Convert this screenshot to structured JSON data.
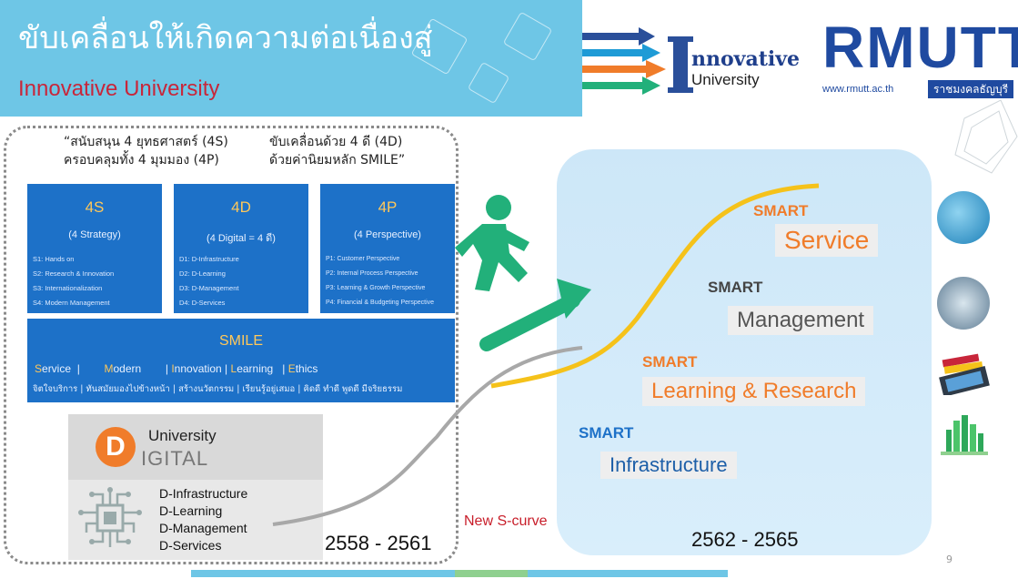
{
  "header": {
    "title_thai": "ขับเคลื่อนให้เกิดความต่อเนื่องสู่",
    "title_en": "Innovative University"
  },
  "logo": {
    "innovative": "nnovative",
    "university": "University",
    "rmutt": "RMUTT",
    "url": "www.rmutt.ac.th",
    "tag": "ราชมงคลธัญบุรี"
  },
  "left": {
    "quote_line1": "“สนับสนุน 4 ยุทธศาสตร์ (4S)",
    "quote_line2": "ครอบคลุมทั้ง 4 มุมมอง (4P)",
    "quote_line3": "ขับเคลื่อนด้วย 4 ดี (4D)",
    "quote_line4": "ด้วยค่านิยมหลัก SMILE”",
    "boxes": [
      {
        "head": "4S",
        "sub": "(4 Strategy)",
        "items": [
          "S1: Hands on",
          "S2: Research & Innovation",
          "S3: Internationalization",
          "S4: Modern Management"
        ]
      },
      {
        "head": "4D",
        "sub": "(4 Digital = 4 ดี)",
        "items": [
          "D1: D-Infrastructure",
          "D2: D-Learning",
          "D3: D-Management",
          "D4: D-Services"
        ]
      },
      {
        "head": "4P",
        "sub": "(4 Perspective)",
        "items": [
          "P1: Customer Perspective",
          "P2: Internal Process Perspective",
          "P3: Learning & Growth Perspective",
          "P4: Financial & Budgeting Perspective"
        ]
      }
    ],
    "smile": {
      "title": "SMILE",
      "row_parts": [
        "S",
        "ervice",
        "  |        ",
        "M",
        "odern",
        "        | ",
        "I",
        "nnovation",
        " | ",
        "L",
        "earning",
        "   | ",
        "E",
        "thics"
      ],
      "thai": "จิตใจบริการ | ทันสมัยมองไปข้างหน้า | สร้างนวัตกรรม | เรียนรู้อยู่เสมอ | คิดดี ทำดี พูดดี มีจริยธรรม"
    },
    "digital": {
      "d_letter": "D",
      "university": "University",
      "igital": "IGITAL",
      "items": [
        "D-Infrastructure",
        "D-Learning",
        "D-Management",
        "D-Services"
      ]
    },
    "year": "2558 - 2561"
  },
  "middle": {
    "scurve": "New S-curve"
  },
  "right": {
    "smart_label": "SMART",
    "levels": [
      {
        "name": "Service",
        "smart_color": "#f07c2a",
        "text_color": "#f07c2a"
      },
      {
        "name": "Management",
        "smart_color": "#444444",
        "text_color": "#555555"
      },
      {
        "name": "Learning & Research",
        "smart_color": "#f07c2a",
        "text_color": "#f07c2a"
      },
      {
        "name": "Infrastructure",
        "smart_color": "#1d71c8",
        "text_color": "#1d5fa8"
      }
    ],
    "year": "2562 - 2565"
  },
  "page_number": "9",
  "colors": {
    "banner": "#6ec6e6",
    "box_blue": "#1d71c8",
    "orange": "#f07c2a",
    "red": "#c8263a",
    "green": "#22b07a",
    "curve_yellow": "#f5c21a"
  }
}
